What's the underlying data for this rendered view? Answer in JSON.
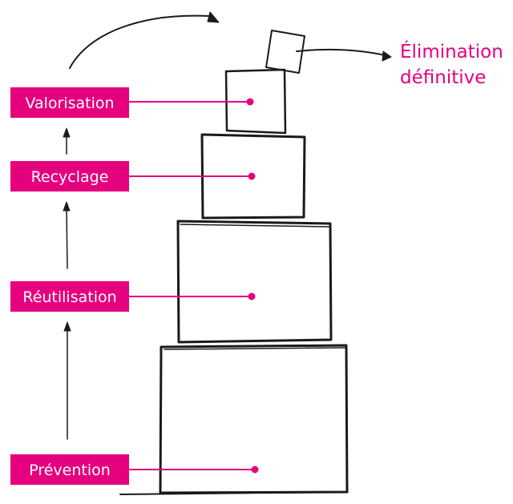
{
  "diagram": {
    "levels": [
      {
        "id": "valorisation",
        "label": "Valorisation"
      },
      {
        "id": "recyclage",
        "label": "Recyclage"
      },
      {
        "id": "reutilisation",
        "label": "Réutilisation"
      },
      {
        "id": "prevention",
        "label": "Prévention"
      }
    ],
    "top_label": {
      "line1": "Élimination",
      "line2": "définitive"
    }
  },
  "colors": {
    "accent": "#e5007e",
    "label_text": "#ffffff",
    "ink": "#1a1a1a",
    "background": "#ffffff"
  }
}
